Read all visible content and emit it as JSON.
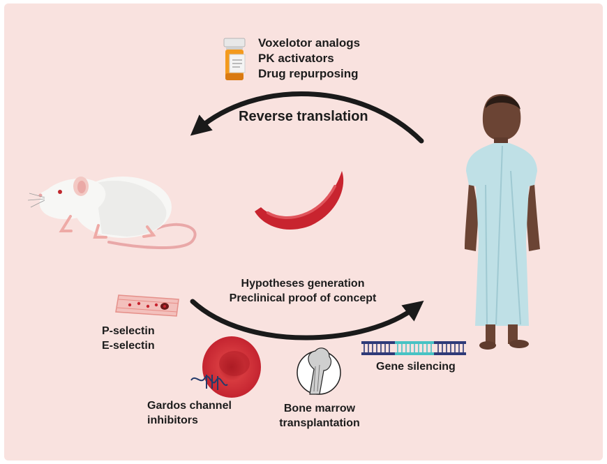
{
  "drug_list": [
    "Voxelotor analogs",
    "PK activators",
    "Drug repurposing"
  ],
  "reverse_translation": "Reverse translation",
  "forward_lines": [
    "Hypotheses generation",
    "Preclinical proof of concept"
  ],
  "selectins": [
    "P-selectin",
    "E-selectin"
  ],
  "gardos": [
    "Gardos channel",
    "inhibitors"
  ],
  "bone_marrow": [
    "Bone marrow",
    "transplantation"
  ],
  "gene_silencing": "Gene silencing",
  "colors": {
    "background": "#f9e2df",
    "arrow": "#1a1a1a",
    "red_cell": "#c8242f",
    "gown": "#bfe0e6",
    "skin": "#6b4434"
  }
}
